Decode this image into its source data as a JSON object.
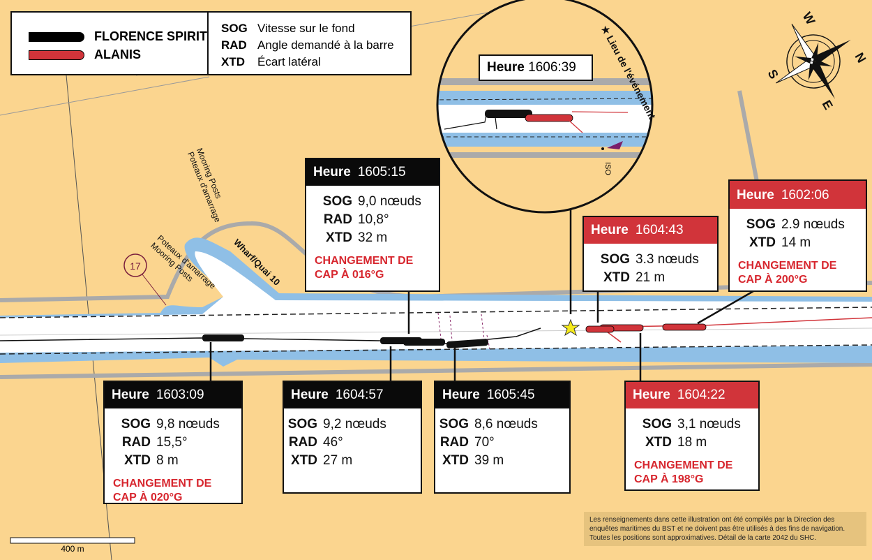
{
  "legend": {
    "vessels": [
      {
        "name": "FLORENCE SPIRIT",
        "color": "#000000"
      },
      {
        "name": "ALANIS",
        "color": "#d1343a"
      }
    ],
    "abbreviations": [
      {
        "abbr": "SOG",
        "definition": "Vitesse sur le fond"
      },
      {
        "abbr": "RAD",
        "definition": "Angle demandé à la barre"
      },
      {
        "abbr": "XTD",
        "definition": "Écart latéral"
      }
    ]
  },
  "callouts": {
    "c160309": {
      "label": "Heure",
      "time": "1603:09",
      "rows": [
        [
          "SOG",
          "9,8 nœuds"
        ],
        [
          "RAD",
          "15,5°"
        ],
        [
          "XTD",
          "8 m"
        ]
      ],
      "note": "CHANGEMENT DE CAP À 020°G"
    },
    "c160457": {
      "label": "Heure",
      "time": "1604:57",
      "rows": [
        [
          "SOG",
          "9,2 nœuds"
        ],
        [
          "RAD",
          "46°"
        ],
        [
          "XTD",
          "27 m"
        ]
      ]
    },
    "c160545": {
      "label": "Heure",
      "time": "1605:45",
      "rows": [
        [
          "SOG",
          "8,6 nœuds"
        ],
        [
          "RAD",
          "70°"
        ],
        [
          "XTD",
          "39 m"
        ]
      ]
    },
    "c160515": {
      "label": "Heure",
      "time": "1605:15",
      "rows": [
        [
          "SOG",
          "9,0 nœuds"
        ],
        [
          "RAD",
          "10,8°"
        ],
        [
          "XTD",
          "32 m"
        ]
      ],
      "note": "CHANGEMENT DE CAP À 016°G"
    },
    "c160443": {
      "label": "Heure",
      "time": "1604:43",
      "rows": [
        [
          "SOG",
          "3.3 nœuds"
        ],
        [
          "XTD",
          "21 m"
        ]
      ]
    },
    "c160206": {
      "label": "Heure",
      "time": "1602:06",
      "rows": [
        [
          "SOG",
          "2.9 nœuds"
        ],
        [
          "XTD",
          "14 m"
        ]
      ],
      "note": "CHANGEMENT DE CAP À 200°G"
    },
    "c160422": {
      "label": "Heure",
      "time": "1604:22",
      "rows": [
        [
          "SOG",
          "3,1 nœuds"
        ],
        [
          "XTD",
          "18 m"
        ]
      ],
      "note": "CHANGEMENT DE CAP À 198°G"
    }
  },
  "inset": {
    "label": "Heure",
    "time": "1606:39",
    "title": "Lieu de l'événement",
    "buoy": "ISO"
  },
  "map_labels": {
    "mooring1_en": "Mooring Posts",
    "mooring1_fr": "Poteaux d'amarrage",
    "mooring2_en": "Mooring Posts",
    "mooring2_fr": "Poteaux d'amarrage",
    "wharf": "Wharf/Quai 10",
    "marker": "17"
  },
  "compass": {
    "n": "N",
    "s": "S",
    "e": "E",
    "w": "W"
  },
  "scale": "400 m",
  "disclaimer": "Les renseignements dans cette illustration ont été compilés par la Direction des enquêtes maritimes du BST et ne doivent pas être utilisés à des fins de navigation. Toutes les positions sont approximatives. Détail de la carte 2042 du SHC.",
  "colors": {
    "land": "#fbd58f",
    "water": "#8fbfe6",
    "channel": "#ffffff",
    "red": "#d1343a"
  }
}
